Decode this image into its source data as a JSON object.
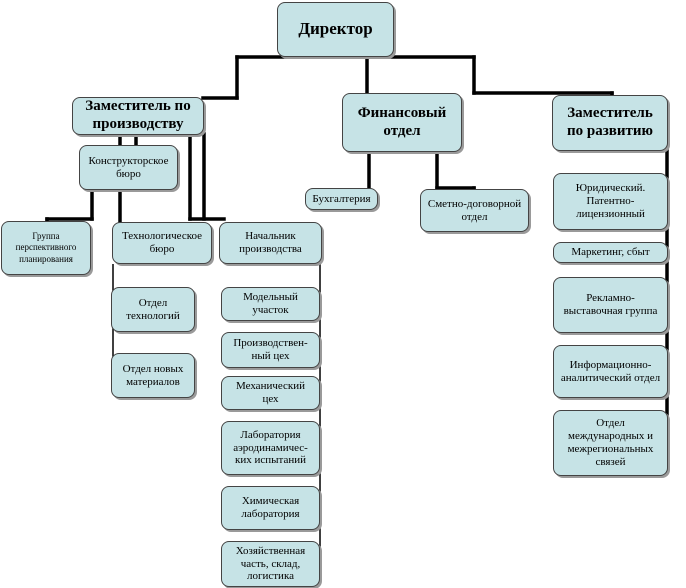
{
  "nodes": {
    "director": "Директор",
    "deputy_production": "Заместитель по производству",
    "finance": "Финансовый отдел",
    "deputy_development": "Заместитель по развитию",
    "design_bureau": "Конструкторское бюро",
    "planning_group": "Группа перспективного планирования",
    "tech_bureau": "Технологическое бюро",
    "production_head": "Начальник производства",
    "tech_department": "Отдел технологий",
    "new_materials": "Отдел новых материалов",
    "model_section": "Модельный участок",
    "production_shop": "Производствен-ный цех",
    "mechanical_shop": "Механический цех",
    "aero_lab": "Лаборатория аэродинамичес-ких испытаний",
    "chem_lab": "Химическая лаборатория",
    "household": "Хозяйственная часть, склад, логистика",
    "accounting": "Бухгалтерия",
    "estimates_dept": "Сметно-договорной отдел",
    "legal_patent": "Юридический. Патентно-лицензионный",
    "marketing": "Маркетинг, сбыт",
    "advertising": "Рекламно-выставочная группа",
    "info_analytics": "Информационно-аналитический отдел",
    "international": "Отдел международных и межрегиональных связей"
  }
}
